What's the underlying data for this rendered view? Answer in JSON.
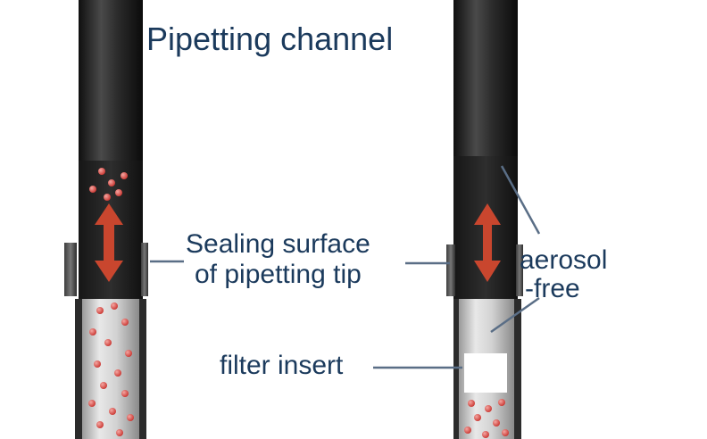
{
  "labels": {
    "title": "Pipetting channel",
    "sealing_line1": "Sealing surface",
    "sealing_line2": "of pipetting tip",
    "filter": "filter insert",
    "aerosol_line1": "aerosol",
    "aerosol_line2": "-free"
  },
  "colors": {
    "text": "#1b3a5c",
    "leader": "#5a6e86",
    "arrow": "#c9462e",
    "particle": "#d9534f",
    "channel_dark": "#2a2a2a",
    "tip_light": "#d6d6d6"
  }
}
